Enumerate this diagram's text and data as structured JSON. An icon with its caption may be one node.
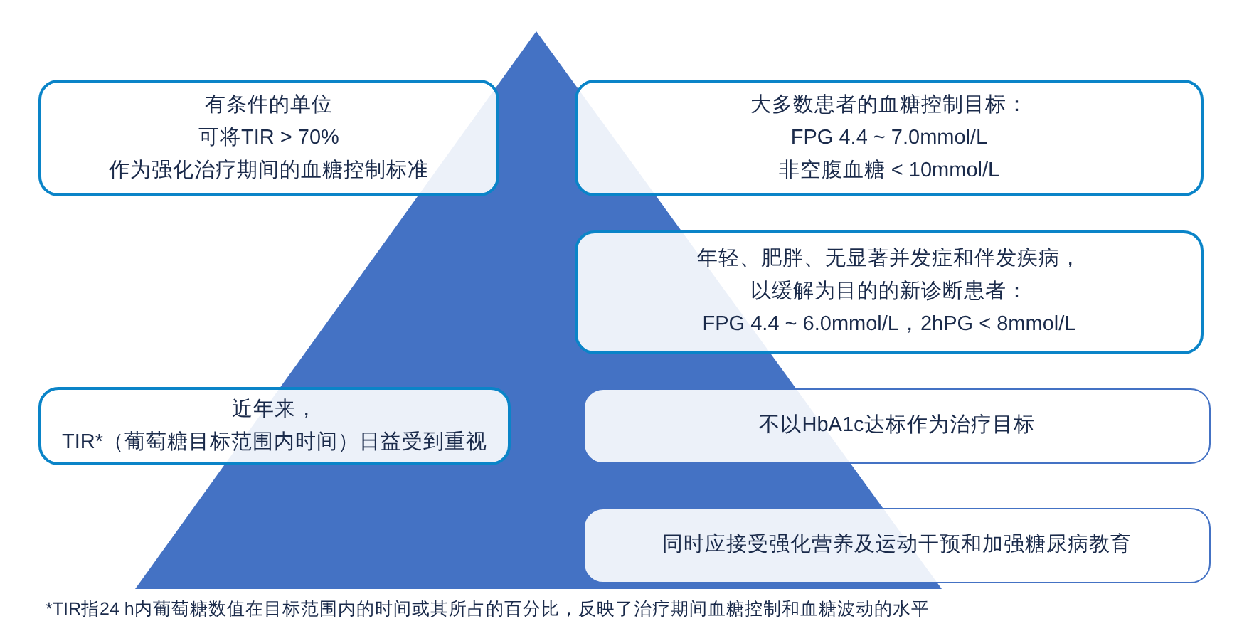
{
  "diagram": {
    "nodes": [
      {
        "text": [
          "有条件的单位",
          "可将TIR > 70%",
          "作为强化治疗期间的血糖控制标准"
        ]
      },
      {
        "text": [
          "大多数患者的血糖控制目标：",
          "FPG 4.4 ~ 7.0mmol/L",
          "非空腹血糖 < 10mmol/L"
        ]
      },
      {
        "text": [
          "年轻、肥胖、无显著并发症和伴发疾病，",
          "以缓解为目的的新诊断患者：",
          "FPG 4.4 ~ 6.0mmol/L，2hPG < 8mmol/L"
        ]
      },
      {
        "text": [
          "近年来，",
          "TIR*（葡萄糖目标范围内时间）日益受到重视"
        ]
      },
      {
        "text": [
          "不以HbA1c达标作为治疗目标"
        ]
      },
      {
        "text": [
          "同时应接受强化营养及运动干预和加强糖尿病教育"
        ]
      }
    ],
    "labels": [
      "*TIR指24 h内葡萄糖数值在目标范围内的时间或其所占的百分比，反映了治疗期间血糖控制和血糖波动的水平"
    ]
  }
}
